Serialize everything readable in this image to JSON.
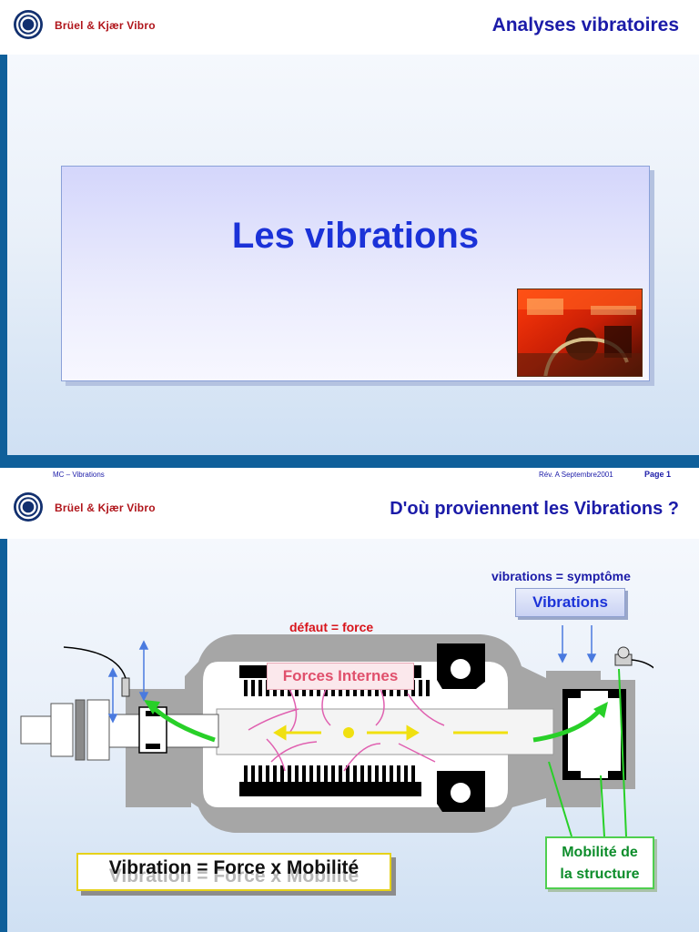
{
  "brand": {
    "name": "Brüel & Kjær Vibro"
  },
  "slide1": {
    "header_title": "Analyses vibratoires",
    "title": "Les vibrations"
  },
  "footer": {
    "left": "MC – Vibrations",
    "middle": "Rév. A Septembre2001",
    "right": "Page 1"
  },
  "slide2": {
    "header_title": "D'où proviennent les Vibrations ?",
    "symptom_label": "vibrations = symptôme",
    "vibrations_box": "Vibrations",
    "defaut_label": "défaut = force",
    "forces_box": "Forces Internes",
    "formula": "Vibration = Force x Mobilité",
    "mobilite_line1": "Mobilité de",
    "mobilite_line2": "la structure"
  },
  "colors": {
    "brand_red": "#b0151b",
    "title_blue": "#1b32d8",
    "header_blue": "#1b1ba8",
    "bar_blue": "#0f5f9a",
    "force_red": "#d8141b",
    "green": "#0d8d2b"
  },
  "icons": [
    "bk-vibro-logo-icon",
    "industrial-photo",
    "turbine-diagram"
  ]
}
